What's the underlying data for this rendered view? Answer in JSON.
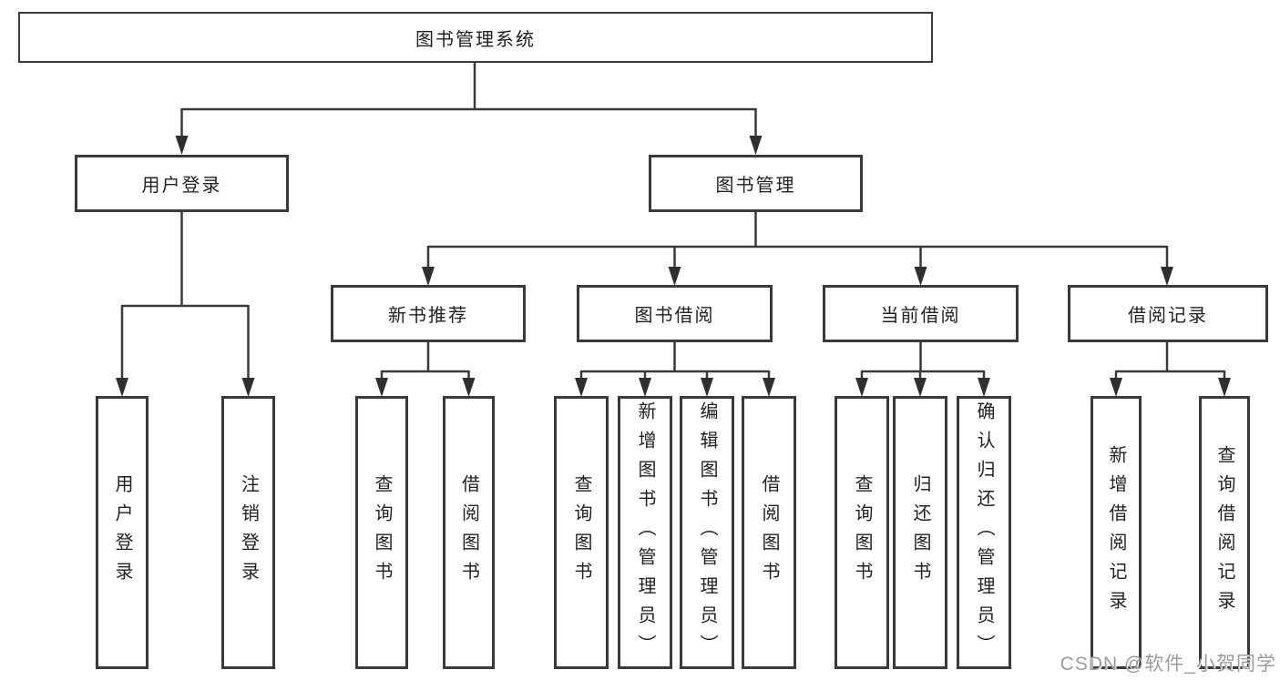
{
  "diagram": {
    "root": "图书管理系统",
    "level2": [
      "用户登录",
      "图书管理"
    ],
    "level3": [
      "新书推荐",
      "图书借阅",
      "当前借阅",
      "借阅记录"
    ],
    "leaves": {
      "user_login": [
        "用户登录",
        "注销登录"
      ],
      "new_books": [
        "查询图书",
        "借阅图书"
      ],
      "book_borrow": [
        "查询图书",
        "新增图书（管理员）",
        "编辑图书（管理员）",
        "借阅图书"
      ],
      "current_borrow": [
        "查询图书",
        "归还图书",
        "确认归还（管理员）"
      ],
      "borrow_records": [
        "新增借阅记录",
        "查询借阅记录"
      ]
    },
    "colors": {
      "line": "#3a3a3a",
      "box_border": "#3a3a3a",
      "box_fill": "#ffffff",
      "text": "#222222",
      "watermark": "#9b9ba0",
      "background": "#ffffff"
    }
  },
  "watermark": "CSDN @软件_小贺同学"
}
